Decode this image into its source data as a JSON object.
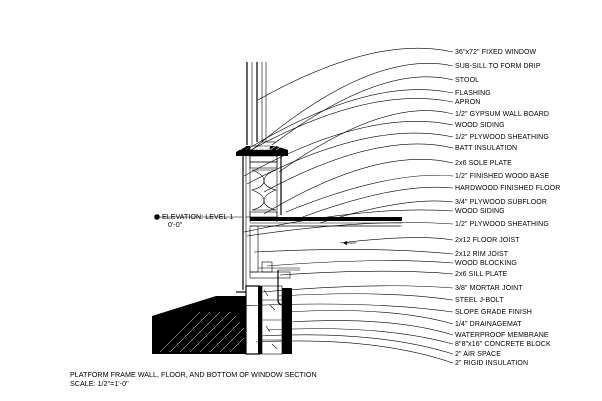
{
  "labels": [
    "36\"x72\" FIXED WINDOW",
    "SUB-SILL TO FORM DRIP",
    "STOOL",
    "FLASHING",
    "APRON",
    "1/2\" GYPSUM WALL BOARD",
    "WOOD SIDING",
    "1/2\" PLYWOOD SHEATHING",
    "BATT INSULATION",
    "2x6 SOLE PLATE",
    "1/2\" FINISHED WOOD BASE",
    "HARDWOOD FINISHED FLOOR",
    "3/4\" PLYWOOD SUBFLOOR",
    "WOOD SIDING",
    "1/2\" PLYWOOD SHEATHING",
    "2x12 FLOOR JOIST",
    "2x12 RIM JOIST",
    "WOOD BLOCKING",
    "2x6 SILL PLATE",
    "3/8\" MORTAR JOINT",
    "STEEL J-BOLT",
    "SLOPE GRADE FINISH",
    "1/4\" DRAINAGEMAT",
    "WATERPROOF MEMBRANE",
    "8\"8\"x16\" CONCRETE BLOCK",
    "2\" AIR SPACE",
    "2\" RIGID INSULATION"
  ],
  "elevation": {
    "label": "ELEVATION: LEVEL 1",
    "value": "0'-0\""
  },
  "caption": {
    "title": "PLATFORM FRAME WALL, FLOOR, AND BOTTOM OF WINDOW SECTION",
    "scale": "SCALE: 1/2\"=1'-0\""
  }
}
